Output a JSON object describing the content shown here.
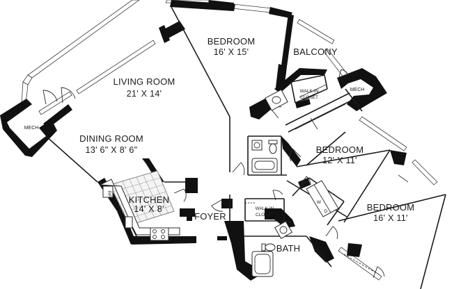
{
  "rooms": {
    "bedroom_top": {
      "name": "BEDROOM",
      "dims": "16' X 15'"
    },
    "balcony": {
      "name": "BALCONY"
    },
    "living_room": {
      "name": "LIVING ROOM",
      "dims": "21' X 14'"
    },
    "dining_room": {
      "name": "DINING ROOM",
      "dims": "13' 6\" X 8' 6\""
    },
    "kitchen": {
      "name": "KITCHEN",
      "dims": "14' X 8'"
    },
    "foyer": {
      "name": "FOYER"
    },
    "bath": {
      "name": "BATH"
    },
    "bedroom_middle": {
      "name": "BEDROOM",
      "dims": "12' X 11'"
    },
    "bedroom_bottom": {
      "name": "BEDROOM",
      "dims": "16' X 11'"
    }
  },
  "small_labels": {
    "mech_left": "MECH",
    "mech_right": "MECH",
    "walk_in_closet_top": [
      "WALK-IN",
      "CLOSET"
    ],
    "walk_in_closet_bottom": [
      "WALK-IN",
      "CLOSET"
    ],
    "washer": "W",
    "dryer": "D",
    "refrigerator": "RF"
  },
  "colors": {
    "wall": "#111111",
    "background": "#ffffff"
  }
}
